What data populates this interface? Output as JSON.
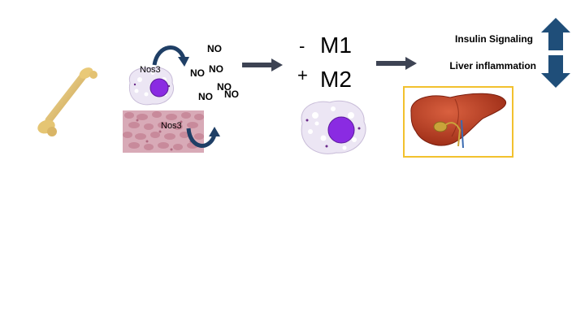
{
  "labels": {
    "nos3_cell": "Nos3",
    "nos3_tissue": "Nos3",
    "no_1": "NO",
    "no_2": "NO",
    "no_3": "NO",
    "no_4": "NO",
    "no_5": "NO",
    "no_6": "NO",
    "minus": "-",
    "plus": "+",
    "m1": "M1",
    "m2": "M2",
    "insulin": "Insulin Signaling",
    "liver_inflammation": "Liver inflammation"
  },
  "colors": {
    "arrow": "#3d4353",
    "up_down_arrow": "#1f4e79",
    "curved_arrow": "#1f3f66",
    "cell_body": "#ece6f4",
    "nucleus": "#8a2be2",
    "liver": "#b53a22",
    "bone": "#e8c77a",
    "liver_box_border": "#f2c12e"
  },
  "icons": {
    "bone": "bone-icon",
    "cell": "macrophage-icon",
    "tissue": "tissue-micrograph",
    "liver": "liver-icon"
  }
}
